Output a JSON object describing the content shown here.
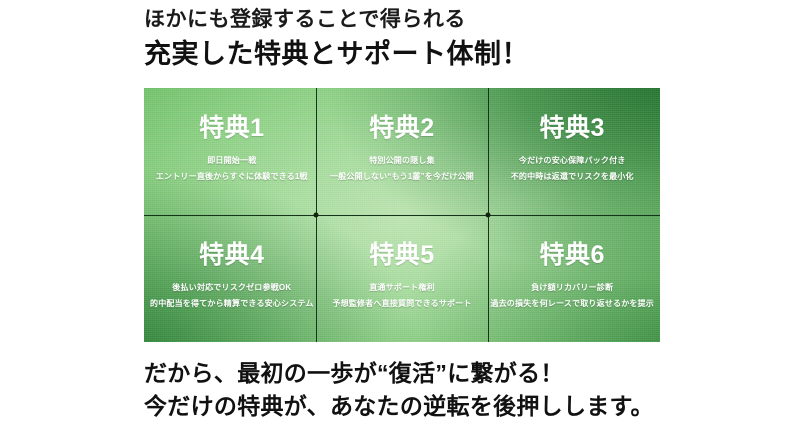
{
  "headline": {
    "sub": "ほかにも登録することで得られる",
    "main": "充実した特典とサポート体制！"
  },
  "benefits": [
    {
      "title": "特典1",
      "line1": "即日開始一戦",
      "line2": "エントリー直後からすぐに体験できる1戦"
    },
    {
      "title": "特典2",
      "line1": "特別公開の隠し集",
      "line2": "一般公開しない“もう1叢”を今だけ公開"
    },
    {
      "title": "特典3",
      "line1": "今だけの安心保障パック付き",
      "line2": "不的中時は返還でリスクを最小化"
    },
    {
      "title": "特典4",
      "line1": "後払い対応でリスクゼロ参戦OK",
      "line2": "的中配当を得てから精算できる安心システム"
    },
    {
      "title": "特典5",
      "line1": "直通サポート権利",
      "line2": "予想監修者へ直接質問できるサポート"
    },
    {
      "title": "特典6",
      "line1": "負け額リカバリー診断",
      "line2": "過去の損失を何レースで取り返せるかを提示"
    }
  ],
  "footer": {
    "line1": "だから、最初の一歩が“復活”に繋がる！",
    "line2": "今だけの特典が、あなたの逆転を後押しします。"
  },
  "colors": {
    "grid_center": "#bde3b2",
    "grid_edge": "#35913e",
    "grid_dark_corner": "#1a682a",
    "divider": "#16331b",
    "text_dark": "#111111",
    "text_light": "#ffffff"
  }
}
